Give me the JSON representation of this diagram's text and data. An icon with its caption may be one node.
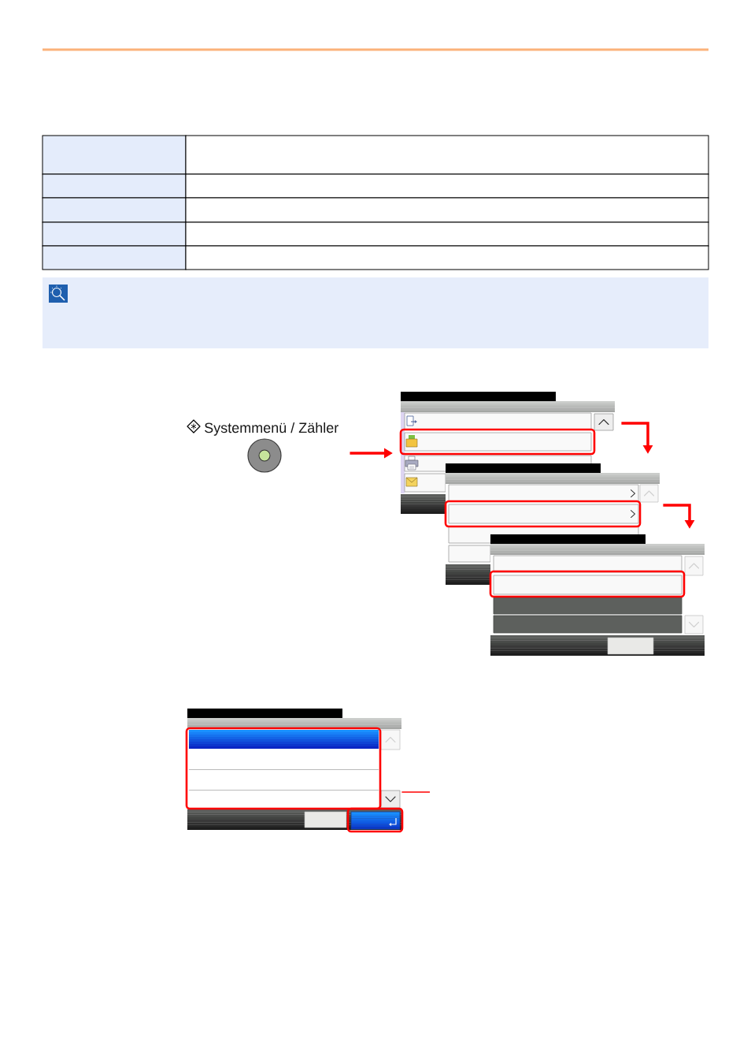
{
  "diagram": {
    "nodes": [
      {
        "text": [
          "Systemmenü / Zähler"
        ]
      },
      {
        "text": [],
        "shape": "picture"
      },
      {
        "text": [],
        "shape": "picture"
      },
      {
        "text": [],
        "shape": "picture"
      },
      {
        "text": [],
        "shape": "picture"
      }
    ],
    "edges": [
      {
        "from": 0,
        "to": 1,
        "arrow": "to"
      },
      {
        "from": 1,
        "to": 2,
        "arrow": "to"
      },
      {
        "from": 2,
        "to": 3,
        "arrow": "to"
      },
      {
        "from": null,
        "to": 4,
        "arrow": "none"
      }
    ]
  }
}
